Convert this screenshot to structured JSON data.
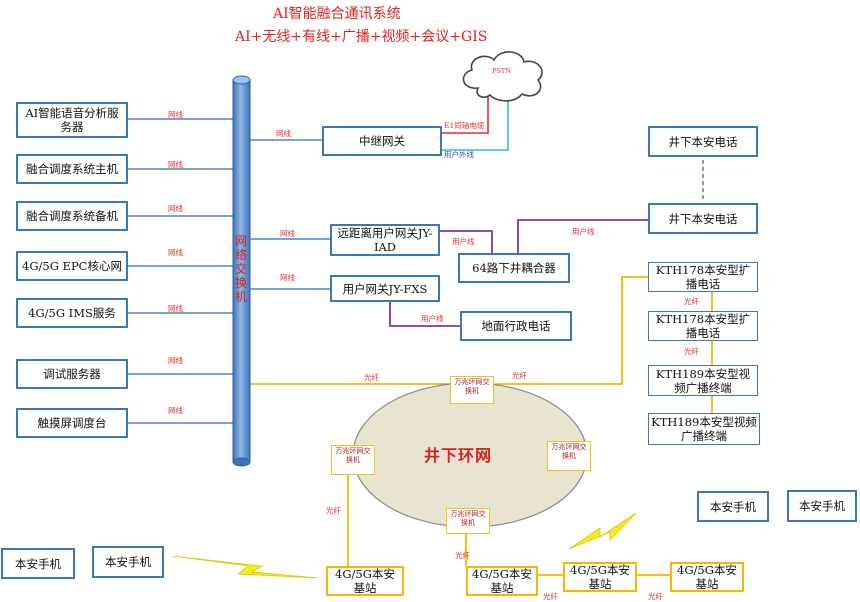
{
  "title": {
    "line1": "AI智能融合通讯系统",
    "line2": "AI+无线+有线+广播+视频+会议+GIS"
  },
  "servers": [
    {
      "label": "AI智能语音分析服务器",
      "link": "网线"
    },
    {
      "label": "融合调度系统主机",
      "link": "网线"
    },
    {
      "label": "融合调度系统备机",
      "link": "网线"
    },
    {
      "label": "4G/5G EPC核心网",
      "link": "网线"
    },
    {
      "label": "4G/5G IMS服务",
      "link": "网线"
    },
    {
      "label": "调试服务器",
      "link": "网线"
    },
    {
      "label": "触摸屏调度台",
      "link": "网线"
    }
  ],
  "switch_bus": {
    "label": "网络交换机"
  },
  "gateways": {
    "trunk": {
      "label": "中继网关",
      "link": "网线"
    },
    "remote_iad": {
      "label": "远距离用户网关JY-IAD",
      "link": "网线"
    },
    "user_fxs": {
      "label": "用户网关JY-FXS",
      "link": "网线"
    }
  },
  "pstn": {
    "label": "PSTN",
    "e1_link": "E1同轴电缆",
    "user_line": "用户外线"
  },
  "coupler": {
    "label": "64路下井耦合器",
    "iad_link": "用户线",
    "phone_link": "用户线"
  },
  "ground_phone": {
    "label": "地面行政电话",
    "link": "用户线"
  },
  "mine_phones": [
    {
      "label": "井下本安电话"
    },
    {
      "label": "井下本安电话"
    }
  ],
  "broadcast": [
    {
      "label": "KTH178本安型扩播电话"
    },
    {
      "label": "KTH178本安型扩播电话"
    },
    {
      "label": "KTH189本安型视频广播终端"
    },
    {
      "label": "KTH189本安型视频广播终端"
    }
  ],
  "fiber_labels": {
    "ring_to_bus": "光纤",
    "ring_to_broadcast": "光纤",
    "broadcast_chain1": "光纤",
    "broadcast_chain2": "光纤",
    "left_station": "光纤",
    "bottom_station": "光纤",
    "station_chain1": "光纤",
    "station_chain2": "光纤"
  },
  "ring": {
    "label": "井下环网",
    "switches": [
      {
        "label": "万兆环网交换机"
      },
      {
        "label": "万兆环网交换机"
      },
      {
        "label": "万兆环网交换机"
      },
      {
        "label": "万兆环网交换机"
      }
    ]
  },
  "base_stations": [
    {
      "label": "4G/5G本安基站"
    },
    {
      "label": "4G/5G本安基站"
    },
    {
      "label": "4G/5G本安基站"
    },
    {
      "label": "4G/5G本安基站"
    }
  ],
  "handsets": [
    {
      "label": "本安手机"
    },
    {
      "label": "本安手机"
    },
    {
      "label": "本安手机"
    },
    {
      "label": "本安手机"
    }
  ],
  "colors": {
    "network": "#4a86c8",
    "fiber": "#f5b800",
    "user_line": "#7a3aa6",
    "e1": "#e03030",
    "ring_fill": "#e8e4cf",
    "bus": "#5b8fce"
  }
}
